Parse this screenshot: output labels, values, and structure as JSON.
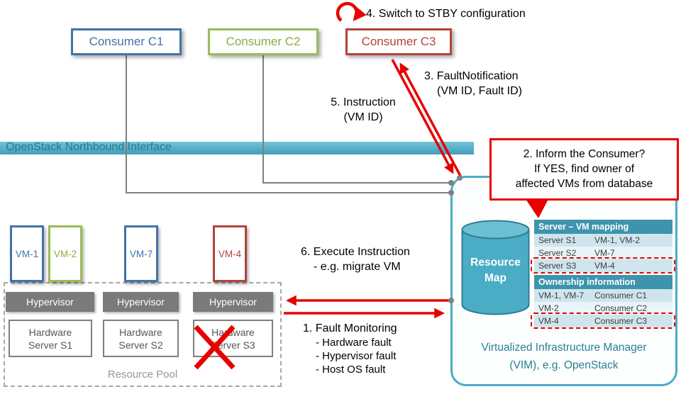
{
  "consumers": [
    {
      "label": "Consumer C1"
    },
    {
      "label": "Consumer C2"
    },
    {
      "label": "Consumer C3"
    }
  ],
  "northbound": {
    "label": "OpenStack Northbound Interface"
  },
  "steps": {
    "s1": {
      "title": "1. Fault Monitoring",
      "items": [
        "- Hardware fault",
        "- Hypervisor fault",
        "- Host OS fault"
      ]
    },
    "s2": {
      "lines": [
        "2. Inform the Consumer?",
        "If YES, find owner of",
        "affected VMs from database"
      ]
    },
    "s3": {
      "lines": [
        "3. FaultNotification",
        "(VM ID, Fault ID)"
      ]
    },
    "s4": {
      "label": "4. Switch to STBY configuration"
    },
    "s5": {
      "lines": [
        "5. Instruction",
        "(VM ID)"
      ]
    },
    "s6": {
      "lines": [
        "6. Execute Instruction",
        "- e.g. migrate VM"
      ]
    }
  },
  "resource_pool": {
    "label": "Resource Pool",
    "vms": [
      {
        "label": "VM-1",
        "color": "#4273a8"
      },
      {
        "label": "VM-2",
        "color": "#9bbb59"
      },
      {
        "label": "VM-7",
        "color": "#4273a8"
      },
      {
        "label": "VM-4",
        "color": "#b2433d"
      }
    ],
    "hypervisors": [
      {
        "label": "Hypervisor"
      },
      {
        "label": "Hypervisor"
      },
      {
        "label": "Hypervisor"
      }
    ],
    "servers": [
      {
        "lines": [
          "Hardware",
          "Server S1"
        ]
      },
      {
        "lines": [
          "Hardware",
          "Server S2"
        ]
      },
      {
        "lines": [
          "Hardware",
          "Server S3"
        ]
      }
    ]
  },
  "vim": {
    "resource_map": {
      "lines": [
        "Resource",
        "Map"
      ]
    },
    "server_vm_table": {
      "header": "Server – VM mapping",
      "rows": [
        {
          "c1": "Server S1",
          "c2": "VM-1, VM-2"
        },
        {
          "c1": "Server S2",
          "c2": "VM-7"
        },
        {
          "c1": "Server S3",
          "c2": "VM-4"
        }
      ]
    },
    "ownership_table": {
      "header": "Ownership information",
      "rows": [
        {
          "c1": "VM-1, VM-7",
          "c2": "Consumer C1"
        },
        {
          "c1": "VM-2",
          "c2": "Consumer C2"
        },
        {
          "c1": "VM-4",
          "c2": "Consumer C3"
        }
      ]
    },
    "caption": {
      "lines": [
        "Virtualized Infrastructure Manager",
        "(VIM), e.g. OpenStack"
      ]
    }
  },
  "icons": {
    "switch_loop": "circular-arrow",
    "fault_cross": "red-x",
    "resource_map": "database-cylinder",
    "junction": "gray-dot"
  },
  "colors": {
    "blue": "#4273a8",
    "green": "#9bbb59",
    "consumer_red": "#b2433d",
    "teal": "#4bacc6",
    "teal_dark": "#2a7f93",
    "arrow_red": "#e80000",
    "gray": "#7f7f7f"
  }
}
